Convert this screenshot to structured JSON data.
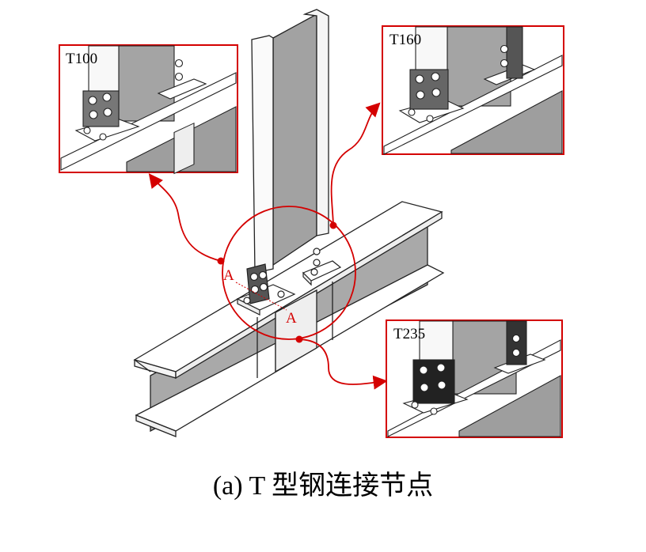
{
  "caption": "(a) T 型钢连接节点",
  "insets": [
    {
      "label": "T100"
    },
    {
      "label": "T160"
    },
    {
      "label": "T235"
    }
  ],
  "section_marks": [
    "A",
    "A"
  ],
  "colors": {
    "highlight": "#d40000",
    "steel": "#a8a8a8",
    "outline": "#222222"
  }
}
